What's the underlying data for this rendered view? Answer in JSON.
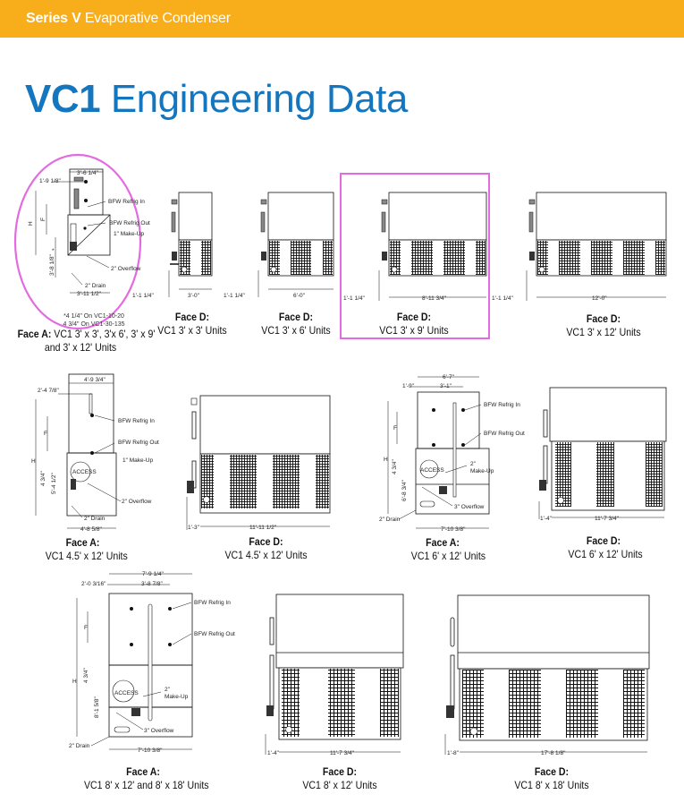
{
  "header": {
    "series": "Series V",
    "product": "Evaporative Condenser",
    "color": "#F8AE1A"
  },
  "title": {
    "model": "VC1",
    "text": "Engineering Data",
    "color": "#1476BE"
  },
  "highlight_color": "#E36BE0",
  "common_labels": {
    "refrig_in": "BFW Refrig In",
    "refrig_out": "BFW Refrig Out",
    "access": "ACCESS",
    "h": "H",
    "f": "F",
    "motor": "M"
  },
  "drawings": {
    "a1": {
      "face": "Face A:",
      "units": "VC1 3' x 3', 3'x 6', 3' x 9'",
      "units2": "and 3' x 12' Units",
      "dims": {
        "top": "3'-6 1/4\"",
        "offset": "1'-9 1/8\"",
        "bottom": "3'-11 1/2\"",
        "side": "3'-8 1/8\"",
        "star": "*"
      },
      "labels": {
        "makeup": "1\" Make-Up",
        "overflow": "2\" Overflow",
        "drain": "2\" Drain"
      },
      "notes": [
        "*4 1/4\" On VC1-10-20",
        "4 3/4\" On VC1-30-135"
      ]
    },
    "d33": {
      "face": "Face D:",
      "units": "VC1 3' x 3' Units",
      "left": "1'-1 1/4\"",
      "width": "3'-0\""
    },
    "d36": {
      "face": "Face D:",
      "units": "VC1 3' x 6' Units",
      "left": "1'-1 1/4\"",
      "width": "6'-0\""
    },
    "d39": {
      "face": "Face D:",
      "units": "VC1 3' x 9' Units",
      "left": "1'-1 1/4\"",
      "width": "8'-11 3/4\""
    },
    "d312": {
      "face": "Face D:",
      "units": "VC1 3' x 12' Units",
      "left": "1'-1 1/4\"",
      "width": "12'-0\""
    },
    "a45": {
      "face": "Face A:",
      "units": "VC1 4.5' x 12' Units",
      "dims": {
        "top": "4'-9 3/4\"",
        "offset": "2'-4 7/8\"",
        "bottom": "4'-8 5/8\"",
        "side1": "4 3/4\"",
        "side2": "5'-4 1/2\""
      },
      "labels": {
        "makeup": "1\" Make-Up",
        "overflow": "2\" Overflow",
        "drain": "2\" Drain"
      }
    },
    "d45": {
      "face": "Face D:",
      "units": "VC1 4.5' x 12' Units",
      "left": "1'-3\"",
      "width": "11'-11 1/2\""
    },
    "a6": {
      "face": "Face A:",
      "units": "VC1 6' x 12' Units",
      "dims": {
        "top": "6'-7\"",
        "offset": "1'-9\"",
        "spacing": "3'-1\"",
        "bottom": "7'-10 3/8\"",
        "side1": "4 3/4\"",
        "side2": "6'-8 3/4\""
      },
      "labels": {
        "makeup1": "2\"",
        "makeup2": "Make-Up",
        "overflow": "3\" Overflow",
        "drain": "2\" Drain"
      }
    },
    "d6": {
      "face": "Face D:",
      "units": "VC1 6' x 12' Units",
      "left": "1'-4\"",
      "width": "11'-7 3/4\""
    },
    "a8": {
      "face": "Face A:",
      "units": "VC1 8' x 12' and 8' x 18' Units",
      "dims": {
        "top": "7'-9 1/4\"",
        "offset": "2'-0 3/16\"",
        "spacing": "3'-8 7/8\"",
        "bottom": "7'-10 3/8\"",
        "side1": "4 3/4\"",
        "side2": "8'-1 5/8\""
      },
      "labels": {
        "makeup1": "2\"",
        "makeup2": "Make-Up",
        "overflow": "3\" Overflow",
        "drain": "2\" Drain"
      }
    },
    "d812": {
      "face": "Face D:",
      "units": "VC1 8' x 12' Units",
      "left": "1'-4\"",
      "width": "11'-7 3/4\""
    },
    "d818": {
      "face": "Face D:",
      "units": "VC1 8' x 18' Units",
      "left": "1'-8\"",
      "width": "17'-8 1/8\""
    }
  }
}
